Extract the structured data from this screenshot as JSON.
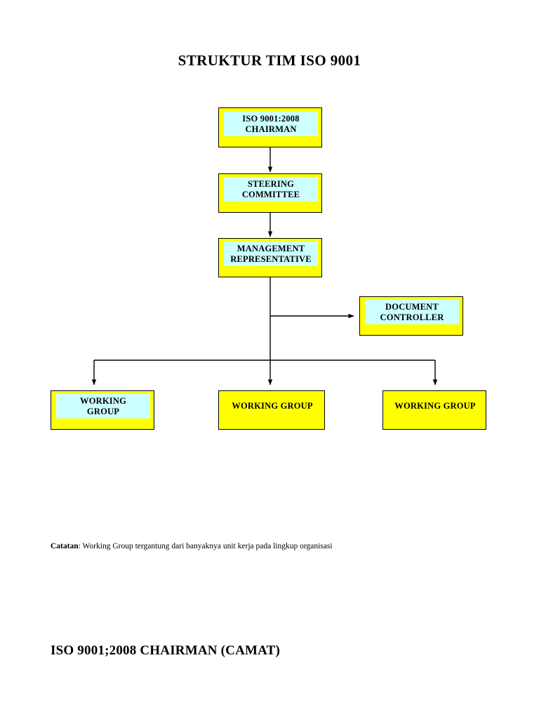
{
  "page": {
    "title": "STRUKTUR TIM ISO 9001",
    "footer_heading": "ISO 9001;2008 CHAIRMAN (CAMAT)"
  },
  "note": {
    "label": "Catatan",
    "text": ": Working Group tergantung dari banyaknya unit kerja pada lingkup organisasi"
  },
  "colors": {
    "box_fill": "#ffff00",
    "inner_fill": "#ccffff",
    "border": "#000000",
    "text": "#000000"
  },
  "chart_data": {
    "type": "diagram",
    "title": "STRUKTUR TIM ISO 9001",
    "nodes": [
      {
        "id": "chairman",
        "label": "ISO 9001:2008\nCHAIRMAN",
        "fill": "#ffff00",
        "inner_fill": "#ccffff"
      },
      {
        "id": "steering",
        "label": "STEERING\nCOMMITTEE",
        "fill": "#ffff00",
        "inner_fill": "#ccffff"
      },
      {
        "id": "management",
        "label": "MANAGEMENT\nREPRESENTATIVE",
        "fill": "#ffff00",
        "inner_fill": "#ccffff"
      },
      {
        "id": "document",
        "label": "DOCUMENT\nCONTROLLER",
        "fill": "#ffff00",
        "inner_fill": "#ccffff"
      },
      {
        "id": "wg1",
        "label": "WORKING\nGROUP",
        "fill": "#ffff00",
        "inner_fill": "#ccffff"
      },
      {
        "id": "wg2",
        "label": "WORKING GROUP",
        "fill": "#ffff00",
        "inner_fill": "#ffff00"
      },
      {
        "id": "wg3",
        "label": "WORKING GROUP",
        "fill": "#ffff00",
        "inner_fill": "#ffff00"
      }
    ],
    "edges": [
      {
        "from": "chairman",
        "to": "steering",
        "style": "arrow-down"
      },
      {
        "from": "steering",
        "to": "management",
        "style": "arrow-down"
      },
      {
        "from": "management",
        "to": "document",
        "style": "elbow-right-arrow"
      },
      {
        "from": "management",
        "to": "wg1",
        "style": "elbow-down-arrow"
      },
      {
        "from": "management",
        "to": "wg2",
        "style": "arrow-down"
      },
      {
        "from": "management",
        "to": "wg3",
        "style": "elbow-down-arrow"
      }
    ]
  }
}
